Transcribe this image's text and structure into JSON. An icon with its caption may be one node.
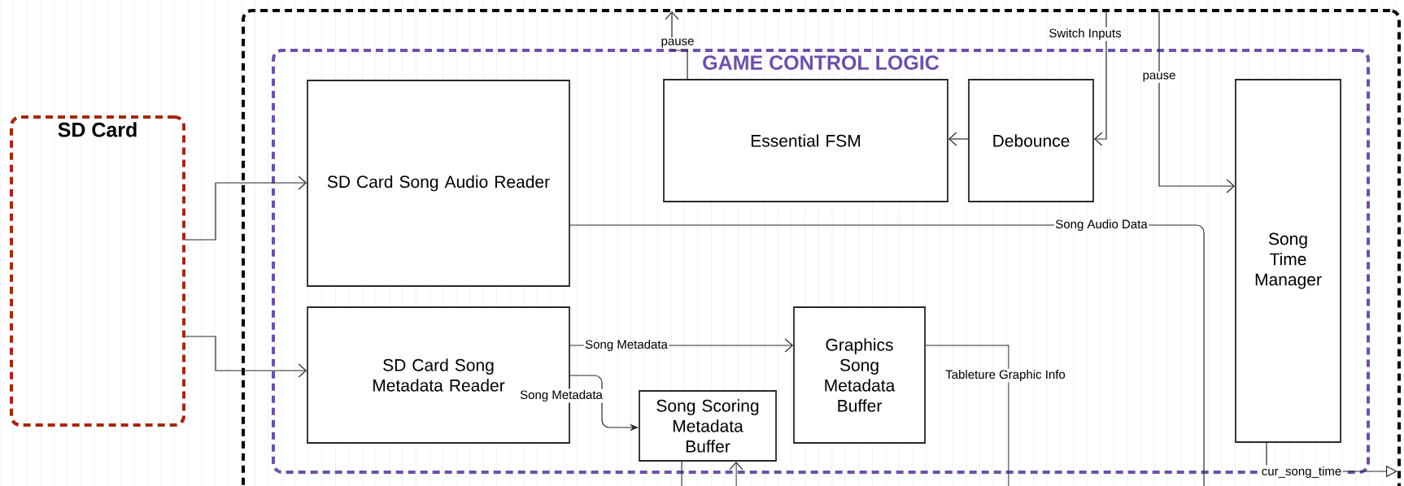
{
  "diagram": {
    "nodes": [
      {
        "text": [
          "SD Card"
        ]
      },
      {
        "text": [],
        "shape": "box"
      },
      {
        "text": [
          "GAME CONTROL LOGIC"
        ],
        "in": 1
      },
      {
        "text": [
          "SD Card Song Audio Reader"
        ],
        "in": 2
      },
      {
        "text": [
          "Essential FSM"
        ],
        "in": 2
      },
      {
        "text": [
          "Debounce"
        ],
        "in": 2
      },
      {
        "text": [
          "Song Time Manager"
        ],
        "in": 2
      },
      {
        "text": [
          "SD Card Song Metadata Reader"
        ],
        "in": 2
      },
      {
        "text": [
          "Graphics Song Metadata Buffer"
        ],
        "in": 2
      },
      {
        "text": [
          "Song Scoring Metadata Buffer"
        ],
        "in": 2
      }
    ],
    "edges": [
      {
        "from": 0,
        "to": 3,
        "arrow": "to"
      },
      {
        "from": 0,
        "to": 7,
        "arrow": "to"
      },
      {
        "from": 7,
        "to": 8,
        "arrow": "to",
        "label": "Song Metadata"
      },
      {
        "from": 7,
        "to": 9,
        "arrow": "to",
        "label": "Song Metadata"
      },
      {
        "from": 5,
        "to": 4,
        "arrow": "to"
      },
      {
        "from": null,
        "to": 5,
        "arrow": "to",
        "label": "Switch Inputs"
      },
      {
        "from": 4,
        "to": null,
        "arrow": "to",
        "label": "pause"
      },
      {
        "from": null,
        "to": 6,
        "arrow": "to",
        "label": "pause"
      },
      {
        "from": 3,
        "to": null,
        "arrow": "none",
        "label": "Song Audio Data"
      },
      {
        "from": 8,
        "to": null,
        "arrow": "none",
        "label": "Tableture Graphic Info"
      },
      {
        "from": 6,
        "to": null,
        "arrow": "to",
        "label": "cur_song_time"
      },
      {
        "from": 9,
        "to": null,
        "arrow": "none"
      },
      {
        "from": null,
        "to": 9,
        "arrow": "to"
      }
    ]
  }
}
